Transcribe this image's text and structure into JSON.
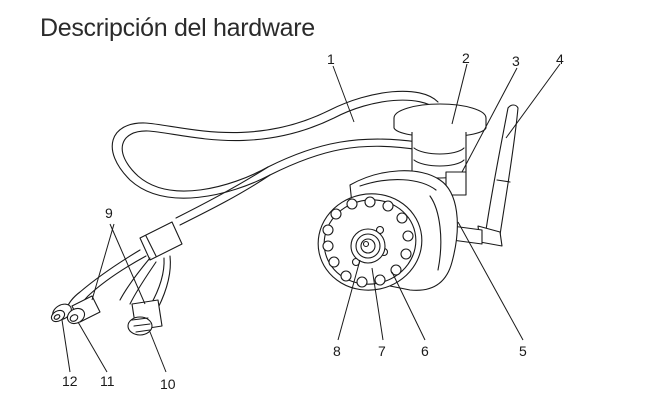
{
  "title": "Descripción del hardware",
  "callouts": [
    "1",
    "2",
    "3",
    "4",
    "5",
    "6",
    "7",
    "8",
    "9",
    "10",
    "11",
    "12"
  ]
}
